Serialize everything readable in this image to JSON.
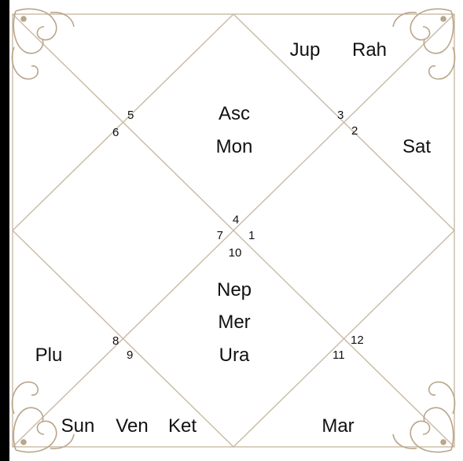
{
  "chart_title": "",
  "colors": {
    "line": "#c9b9a5",
    "ornament": "#b9a58a",
    "frame_left": "#000000",
    "text": "#111111",
    "background": "#ffffff"
  },
  "houses": {
    "h1": "1",
    "h2": "2",
    "h3": "3",
    "h4": "4",
    "h5": "5",
    "h6": "6",
    "h7": "7",
    "h8": "8",
    "h9": "9",
    "h10": "10",
    "h11": "11",
    "h12": "12"
  },
  "planets": {
    "asc": "Asc",
    "mon": "Mon",
    "jup": "Jup",
    "rah": "Rah",
    "sat": "Sat",
    "nep": "Nep",
    "mer": "Mer",
    "ura": "Ura",
    "plu": "Plu",
    "sun": "Sun",
    "ven": "Ven",
    "ket": "Ket",
    "mar": "Mar"
  },
  "ornaments": [
    "fleur-corner-icon",
    "fleur-corner-icon",
    "fleur-corner-icon",
    "fleur-corner-icon"
  ]
}
